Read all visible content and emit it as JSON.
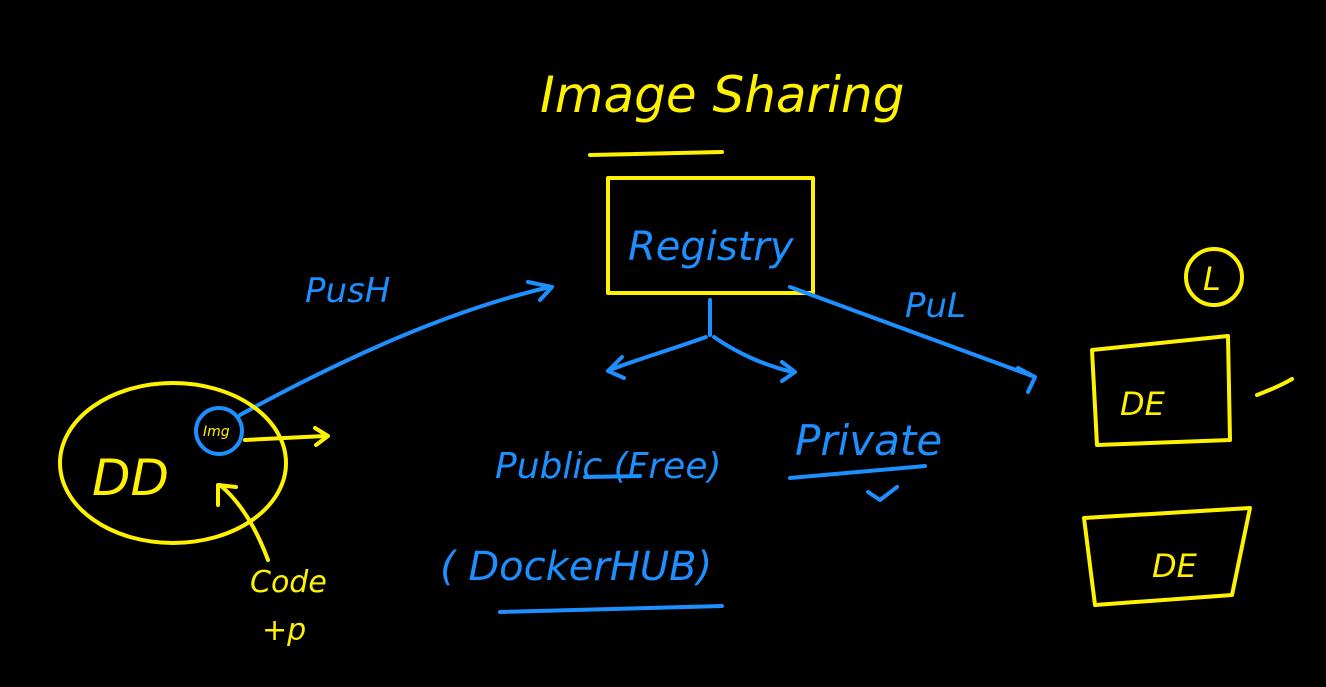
{
  "title": "Image Sharing",
  "registry_label": "Registry",
  "push_label": "PusH",
  "pull_label": "PuL",
  "dd_label": "DD",
  "img_label": "Img",
  "code_label": "Code",
  "code_sub_label": "+p",
  "public_label": "Public (Free)",
  "dockerhub_label": "( DockerHUB)",
  "private_label": "Private",
  "de_label_1": "DE",
  "de_label_2": "DE",
  "circle_label": "L",
  "colors": {
    "background": "#000000",
    "yellow": "#FFF200",
    "blue": "#1E8FFF"
  }
}
